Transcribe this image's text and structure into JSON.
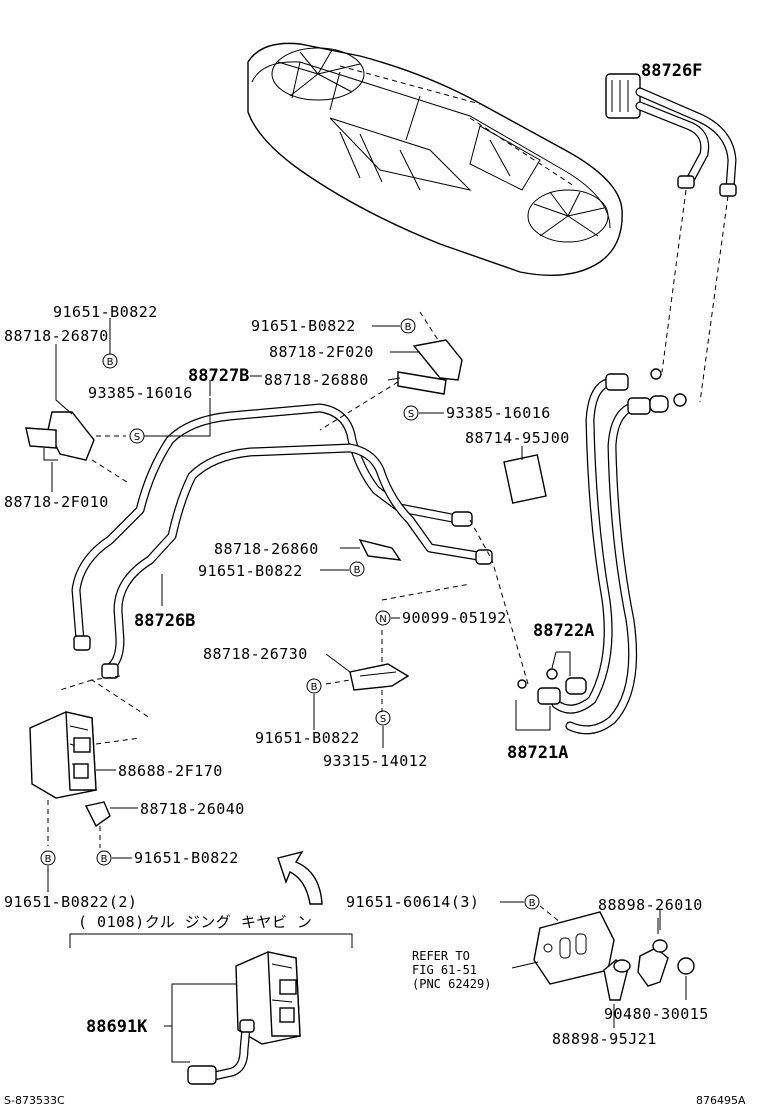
{
  "labels": {
    "p_88726F": "88726F",
    "p_91651_B0822_a": "91651-B0822",
    "p_88718_26870": "88718-26870",
    "p_93385_16016_a": "93385-16016",
    "p_88718_2F010": "88718-2F010",
    "p_88727B": "88727B",
    "p_91651_B0822_b": "91651-B0822",
    "p_88718_2F020": "88718-2F020",
    "p_88718_26880": "88718-26880",
    "p_93385_16016_b": "93385-16016",
    "p_88714_95J00": "88714-95J00",
    "p_88718_26860": "88718-26860",
    "p_91651_B0822_c": "91651-B0822",
    "p_88726B": "88726B",
    "p_90099_05192": "90099-05192",
    "p_88722A": "88722A",
    "p_88718_26730": "88718-26730",
    "p_91651_B0822_d": "91651-B0822",
    "p_93315_14012": "93315-14012",
    "p_88721A": "88721A",
    "p_88688_2F170": "88688-2F170",
    "p_88718_26040": "88718-26040",
    "p_91651_B0822_e": "91651-B0822",
    "p_91651_B0822_2": "91651-B0822(2)",
    "p_91651_60614_3": "91651-60614(3)",
    "p_88898_26010": "88898-26010",
    "refer_1": "REFER TO",
    "refer_2": "FIG 61-51",
    "refer_3": "(PNC 62429)",
    "p_90480_30015": "90480-30015",
    "p_88898_95J21": "88898-95J21",
    "p_88691K": "88691K",
    "note_cruising": "(      0108)クル ジング キヤビ ン",
    "code_left": "S-873533C",
    "code_right": "876495A"
  },
  "symbols": {
    "bolt": "B",
    "screw": "S",
    "nut": "N"
  }
}
